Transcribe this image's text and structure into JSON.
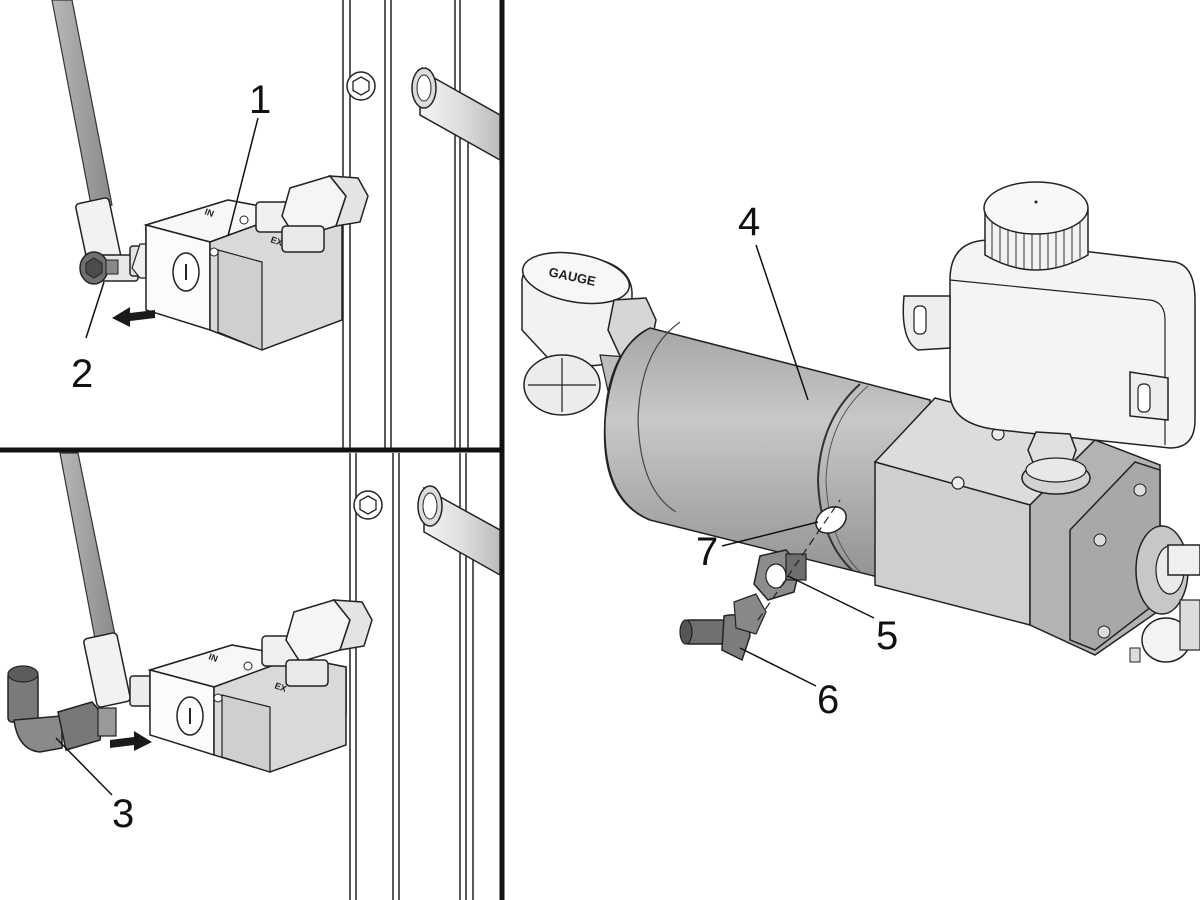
{
  "callouts": {
    "c1": "1",
    "c2": "2",
    "c3": "3",
    "c4": "4",
    "c5": "5",
    "c6": "6",
    "c7": "7"
  },
  "engravings": {
    "gauge": "GAUGE",
    "in_top": "IN",
    "ex_top": "EX",
    "in_bottom": "IN",
    "ex_bottom": "EX"
  },
  "colors": {
    "line": "#111111",
    "metal_light": "#e6e6e6",
    "metal_mid": "#bdbdbd",
    "metal_dark": "#9a9a9a",
    "tube_gray": "#a8a8a8",
    "fitting_dark": "#6f6f6f"
  }
}
